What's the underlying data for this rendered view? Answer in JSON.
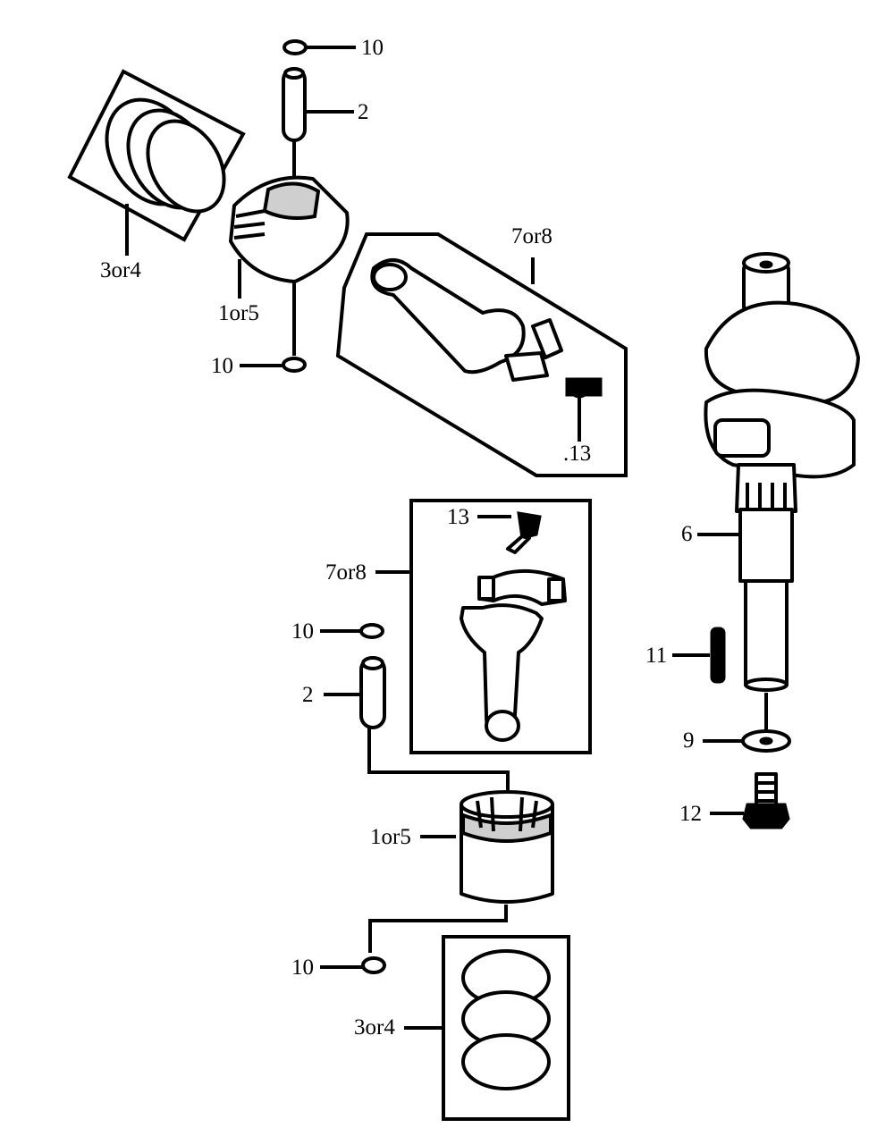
{
  "callouts": {
    "top_pin_clip": "10",
    "top_piston_pin": "2",
    "top_rings": "3or4",
    "top_piston": "1or5",
    "top_lower_clip": "10",
    "top_rod_assembly": "7or8",
    "top_rod_bolt": ".13",
    "crank_shaft": "6",
    "crank_key": "11",
    "crank_washer": "9",
    "crank_bolt": "12",
    "mid_rod_bolt": "13",
    "mid_rod_assembly": "7or8",
    "mid_pin_clip": "10",
    "mid_piston_pin": "2",
    "mid_piston": "1or5",
    "mid_lower_clip": "10",
    "mid_rings": "3or4"
  }
}
